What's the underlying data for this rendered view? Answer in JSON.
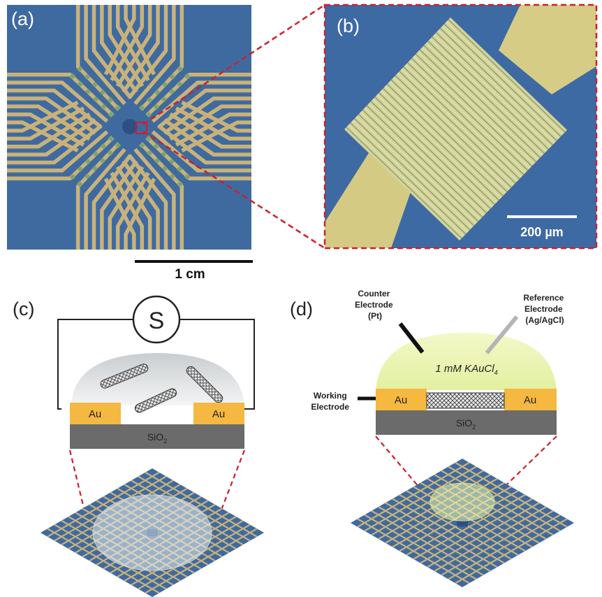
{
  "panels": {
    "a": {
      "label": "(a)",
      "scale_bar": "1 cm"
    },
    "b": {
      "label": "(b)",
      "scale_bar": "200 µm"
    },
    "c": {
      "label": "(c)",
      "source_symbol": "S",
      "electrode_left": "Au",
      "electrode_right": "Au",
      "substrate_main": "SiO",
      "substrate_sub": "2"
    },
    "d": {
      "label": "(d)",
      "counter_electrode": [
        "Counter",
        "Electrode",
        "(Pt)"
      ],
      "reference_electrode": [
        "Reference",
        "Electrode",
        "(Ag/AgCl)"
      ],
      "working_electrode": [
        "Working",
        "Electrode"
      ],
      "solution_main": "1 mM KAuCl",
      "solution_sub": "4",
      "electrode_left": "Au",
      "electrode_right": "Au",
      "substrate_main": "SiO",
      "substrate_sub": "2"
    }
  },
  "colors": {
    "substrate_blue": "#3f6aa0",
    "gold": "#c9b27a",
    "electrode_orange": "#f5b840",
    "zoom_dash": "#cc1f2e",
    "solution_green": "#eef5b0",
    "sio2_gray": "#6b6b6b"
  }
}
